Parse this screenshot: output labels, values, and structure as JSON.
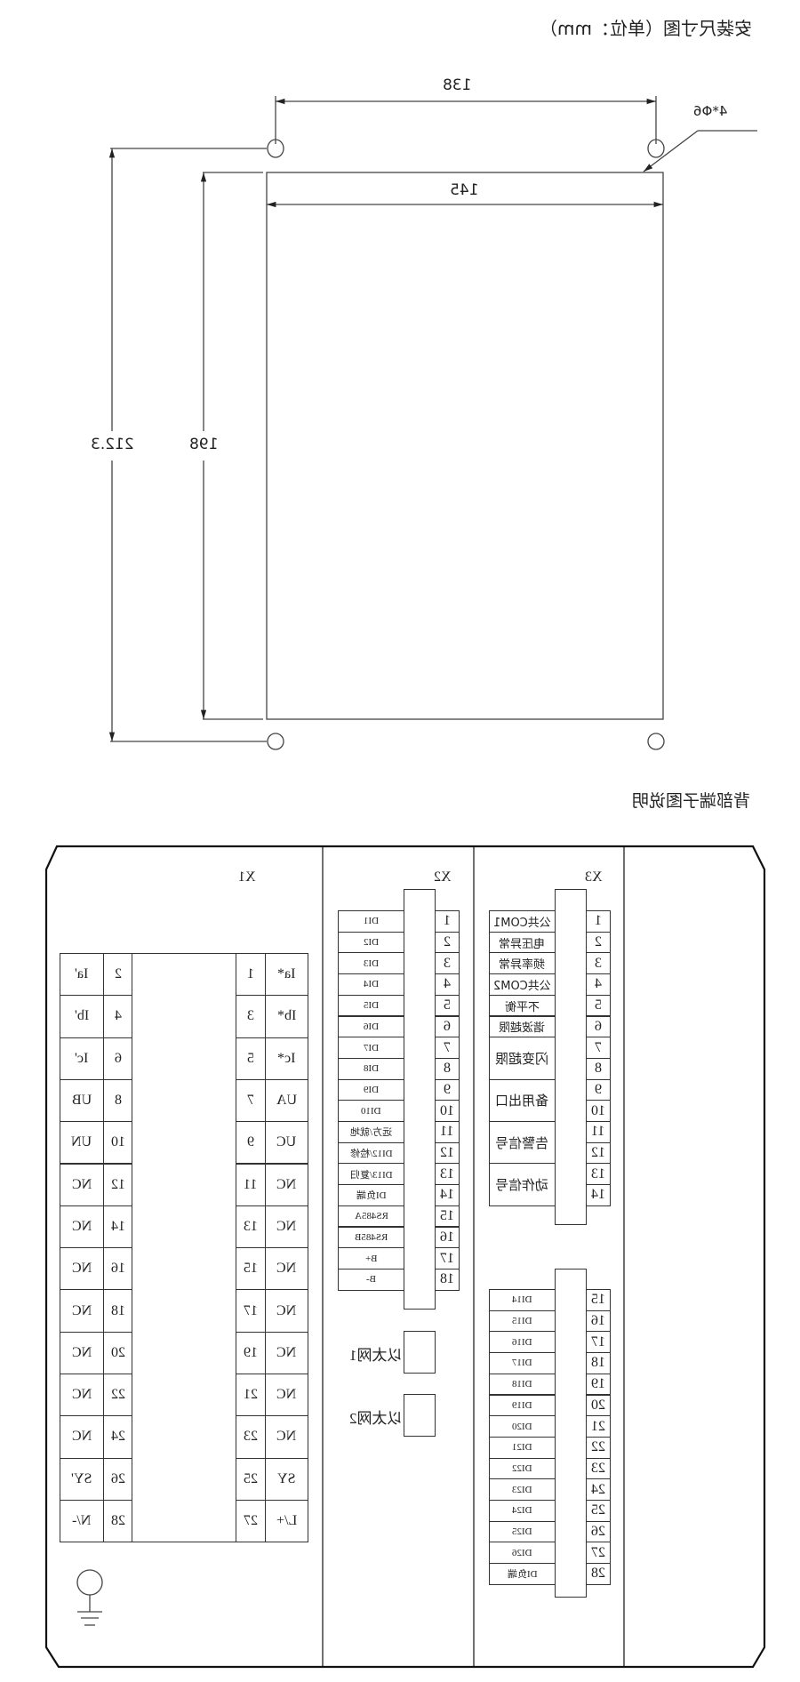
{
  "header": {
    "title": "安装尺寸图（单位：mm）"
  },
  "dimensions": {
    "hole_spacing": "138",
    "width": "145",
    "height": "198",
    "total_height": "212.3",
    "holes": "4*Φ6"
  },
  "terminals": {
    "title": "背部端子图说明",
    "x1": {
      "label": "X1",
      "rows": [
        {
          "odd_num": "1",
          "odd_label": "Ia*",
          "even_num": "2",
          "even_label": "Ia'"
        },
        {
          "odd_num": "3",
          "odd_label": "Ib*",
          "even_num": "4",
          "even_label": "Ib'"
        },
        {
          "odd_num": "5",
          "odd_label": "Ic*",
          "even_num": "6",
          "even_label": "Ic'"
        },
        {
          "odd_num": "7",
          "odd_label": "UA",
          "even_num": "8",
          "even_label": "UB"
        },
        {
          "odd_num": "9",
          "odd_label": "UC",
          "even_num": "10",
          "even_label": "UN"
        },
        {
          "odd_num": "11",
          "odd_label": "NC",
          "even_num": "12",
          "even_label": "NC"
        },
        {
          "odd_num": "13",
          "odd_label": "NC",
          "even_num": "14",
          "even_label": "NC"
        },
        {
          "odd_num": "15",
          "odd_label": "NC",
          "even_num": "16",
          "even_label": "NC"
        },
        {
          "odd_num": "17",
          "odd_label": "NC",
          "even_num": "18",
          "even_label": "NC"
        },
        {
          "odd_num": "19",
          "odd_label": "NC",
          "even_num": "20",
          "even_label": "NC"
        },
        {
          "odd_num": "21",
          "odd_label": "NC",
          "even_num": "22",
          "even_label": "NC"
        },
        {
          "odd_num": "23",
          "odd_label": "NC",
          "even_num": "24",
          "even_label": "NC"
        },
        {
          "odd_num": "25",
          "odd_label": "SY",
          "even_num": "26",
          "even_label": "SY'"
        },
        {
          "odd_num": "27",
          "odd_label": "L/+",
          "even_num": "28",
          "even_label": "N/-"
        }
      ]
    },
    "x2": {
      "label": "X2",
      "rows": [
        {
          "num": "1",
          "label": "DI1"
        },
        {
          "num": "2",
          "label": "DI2"
        },
        {
          "num": "3",
          "label": "DI3"
        },
        {
          "num": "4",
          "label": "DI4"
        },
        {
          "num": "5",
          "label": "DI5"
        },
        {
          "num": "6",
          "label": "DI6"
        },
        {
          "num": "7",
          "label": "DI7"
        },
        {
          "num": "8",
          "label": "DI8"
        },
        {
          "num": "9",
          "label": "DI9"
        },
        {
          "num": "10",
          "label": "DI10"
        },
        {
          "num": "11",
          "label": "远方/就地"
        },
        {
          "num": "12",
          "label": "DI12/检修"
        },
        {
          "num": "13",
          "label": "DI13/复归"
        },
        {
          "num": "14",
          "label": "DI负端"
        },
        {
          "num": "15",
          "label": "RS485A"
        },
        {
          "num": "16",
          "label": "RS485B"
        },
        {
          "num": "17",
          "label": "B+"
        },
        {
          "num": "18",
          "label": "B-"
        }
      ],
      "ethernet": [
        "以太网1",
        "以太网2"
      ]
    },
    "x3": {
      "label": "X3",
      "top_rows": [
        {
          "nums": [
            "1"
          ],
          "label": "公共COM1"
        },
        {
          "nums": [
            "2"
          ],
          "label": "电压异常"
        },
        {
          "nums": [
            "3"
          ],
          "label": "频率异常"
        },
        {
          "nums": [
            "4"
          ],
          "label": "公共COM2"
        },
        {
          "nums": [
            "5"
          ],
          "label": "不平衡"
        },
        {
          "nums": [
            "6"
          ],
          "label": "谐波越限"
        },
        {
          "nums": [
            "7",
            "8"
          ],
          "label": "闪变超限"
        },
        {
          "nums": [
            "9",
            "10"
          ],
          "label": "备用出口"
        },
        {
          "nums": [
            "11",
            "12"
          ],
          "label": "告警信号"
        },
        {
          "nums": [
            "13",
            "14"
          ],
          "label": "动作信号"
        }
      ],
      "bottom_rows": [
        {
          "num": "15",
          "label": "DI14"
        },
        {
          "num": "16",
          "label": "DI15"
        },
        {
          "num": "17",
          "label": "DI16"
        },
        {
          "num": "18",
          "label": "DI17"
        },
        {
          "num": "19",
          "label": "DI18"
        },
        {
          "num": "20",
          "label": "DI19"
        },
        {
          "num": "21",
          "label": "DI20"
        },
        {
          "num": "22",
          "label": "DI21"
        },
        {
          "num": "23",
          "label": "DI22"
        },
        {
          "num": "24",
          "label": "DI23"
        },
        {
          "num": "25",
          "label": "DI24"
        },
        {
          "num": "26",
          "label": "DI25"
        },
        {
          "num": "27",
          "label": "DI26"
        },
        {
          "num": "28",
          "label": "DI负端"
        }
      ]
    }
  }
}
